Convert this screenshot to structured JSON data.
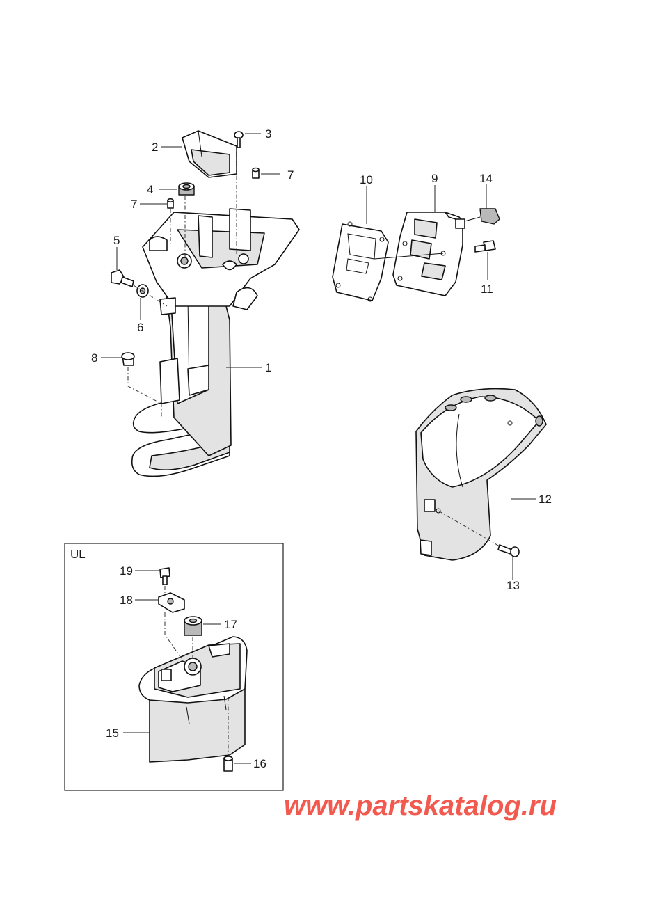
{
  "callouts": {
    "c1": "1",
    "c2": "2",
    "c3": "3",
    "c4": "4",
    "c5": "5",
    "c6": "6",
    "c7a": "7",
    "c7b": "7",
    "c8": "8",
    "c9": "9",
    "c10": "10",
    "c11": "11",
    "c12": "12",
    "c13": "13",
    "c14": "14",
    "c15": "15",
    "c16": "16",
    "c17": "17",
    "c18": "18",
    "c19": "19"
  },
  "inset": {
    "label": "UL"
  },
  "watermark": {
    "text": "www.partskatalog.ru",
    "color": "#f25a4f"
  }
}
